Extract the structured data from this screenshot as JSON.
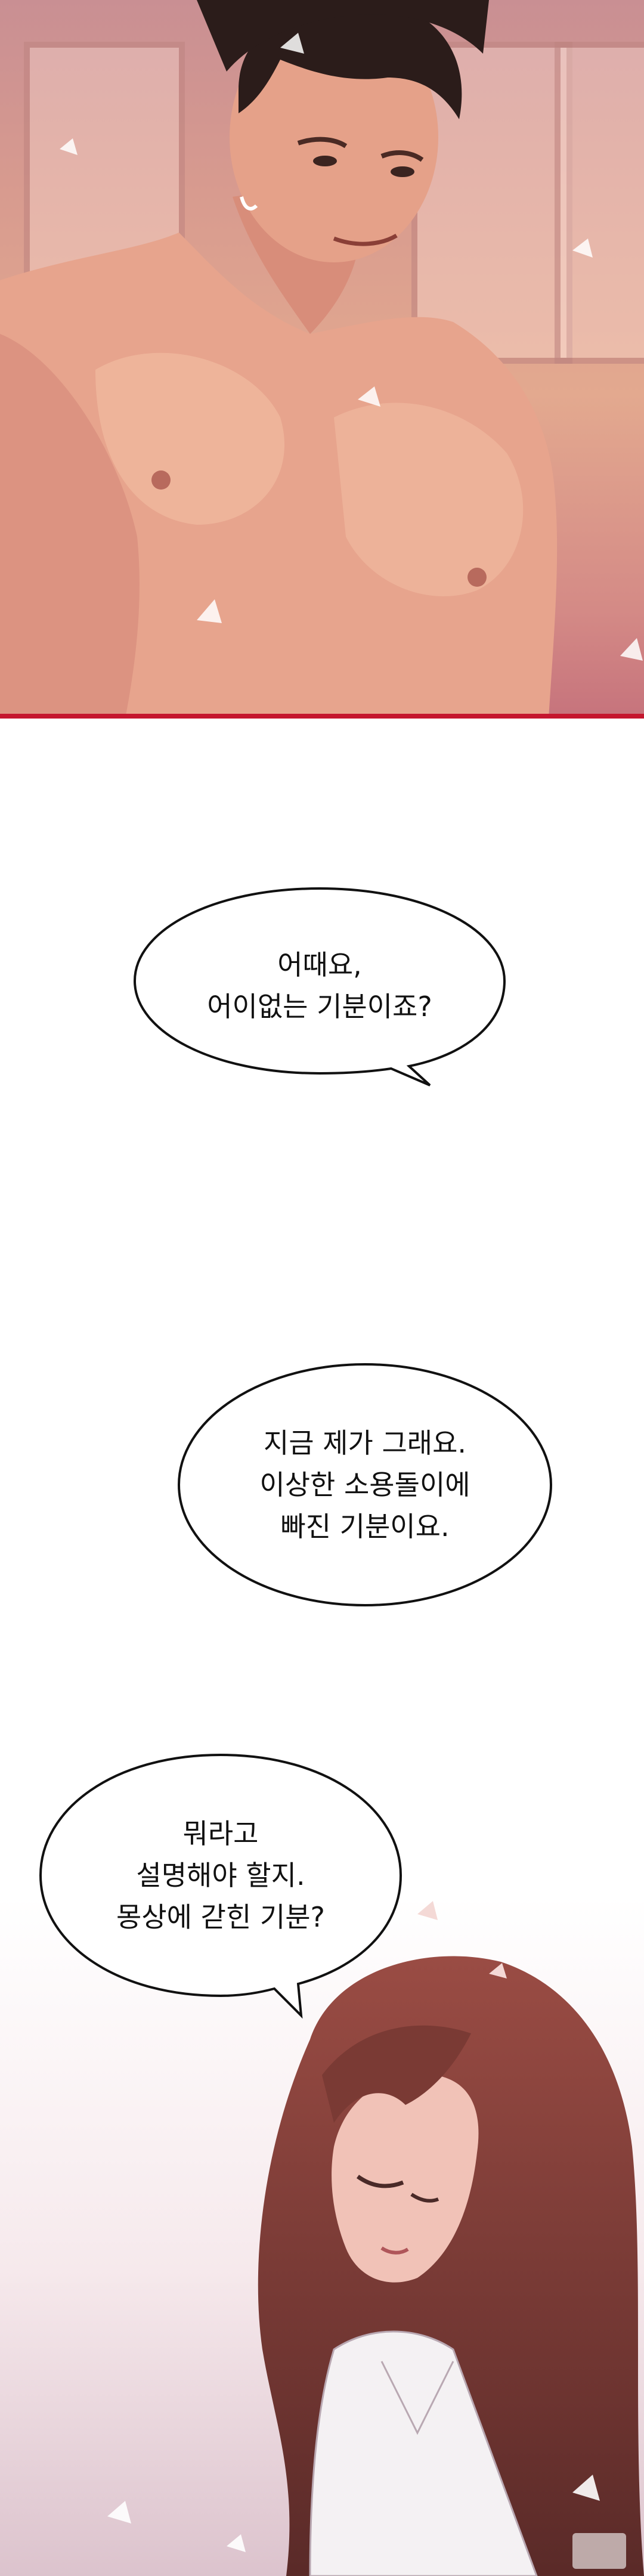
{
  "panels": {
    "top": {
      "scene": "shirtless-man"
    },
    "bottom": {
      "scene": "woman-with-closed-eyes"
    }
  },
  "bubbles": [
    {
      "lines": [
        "어때요,",
        "어이없는 기분이죠?"
      ]
    },
    {
      "lines": [
        "지금 제가 그래요.",
        "이상한 소용돌이에",
        "빠진 기분이요."
      ]
    },
    {
      "lines": [
        "뭐라고",
        "설명해야 할지.",
        "몽상에 갇힌 기분?"
      ]
    }
  ],
  "colors": {
    "panel_accent": "#c5162e",
    "skin": "#e7a48d",
    "hair_dark": "#2b1c1a",
    "hair_brown": "#7a3a34"
  }
}
